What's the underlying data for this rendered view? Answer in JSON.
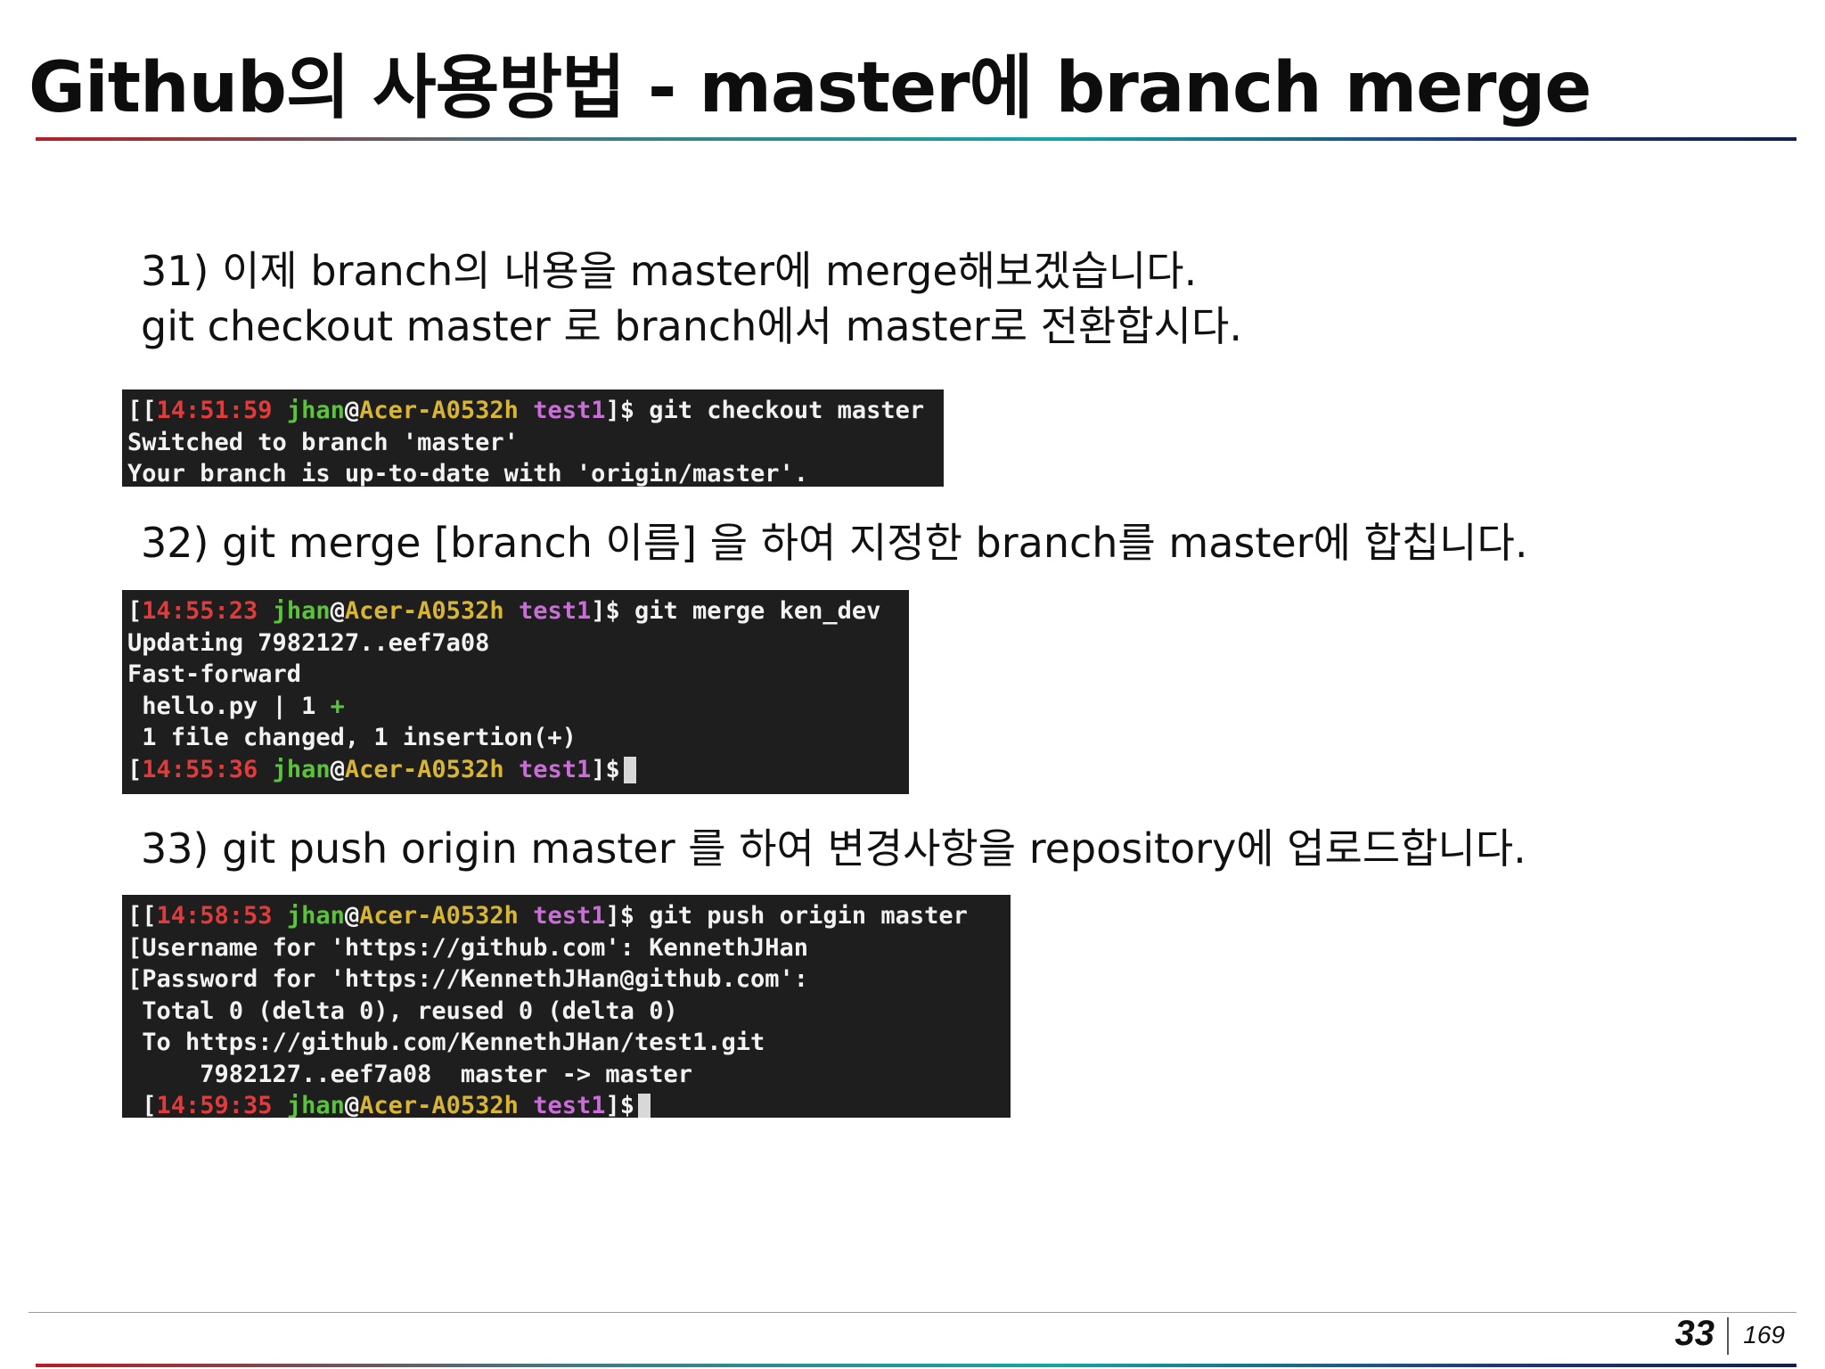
{
  "title": "Github의 사용방법 - master에 branch merge",
  "colors": {
    "background": "#ffffff",
    "terminal_bg": "#1e1e1e",
    "prompt_time": "#e23b3b",
    "prompt_user": "#5ac43a",
    "prompt_host": "#d9b535",
    "prompt_dir": "#c86fd6"
  },
  "steps": [
    {
      "text_lines": [
        "31) 이제 branch의 내용을 master에 merge해보겠습니다.",
        "git checkout master 로 branch에서 master로 전환합시다."
      ],
      "terminal": {
        "prompt": {
          "open": "[[",
          "time": "14:51:59",
          "user": "jhan",
          "at": "@",
          "host": "Acer-A0532h",
          "dir": "test1",
          "close": "]$",
          "command": "git checkout master"
        },
        "output": [
          "Switched to branch 'master'",
          "Your branch is up-to-date with 'origin/master'."
        ]
      }
    },
    {
      "text_lines": [
        "32) git merge [branch 이름] 을 하여 지정한 branch를 master에 합칩니다."
      ],
      "terminal": {
        "prompt": {
          "open": "[",
          "time": "14:55:23",
          "user": "jhan",
          "at": "@",
          "host": "Acer-A0532h",
          "dir": "test1",
          "close": "]$",
          "command": "git merge ken_dev"
        },
        "output": [
          "Updating 7982127..eef7a08",
          "Fast-forward",
          " hello.py | 1 "
        ],
        "output_plus": "+",
        "output_after": [
          " 1 file changed, 1 insertion(+)"
        ],
        "final_prompt": {
          "open": "[",
          "time": "14:55:36",
          "user": "jhan",
          "at": "@",
          "host": "Acer-A0532h",
          "dir": "test1",
          "close": "]$"
        }
      }
    },
    {
      "text_lines": [
        "33) git push origin master 를 하여 변경사항을 repository에 업로드합니다."
      ],
      "terminal": {
        "prompt": {
          "open": "[[",
          "time": "14:58:53",
          "user": "jhan",
          "at": "@",
          "host": "Acer-A0532h",
          "dir": "test1",
          "close": "]$",
          "command": "git push origin master"
        },
        "output": [
          "[Username for 'https://github.com': KennethJHan",
          "[Password for 'https://KennethJHan@github.com':",
          " Total 0 (delta 0), reused 0 (delta 0)",
          " To https://github.com/KennethJHan/test1.git",
          "     7982127..eef7a08  master -> master"
        ],
        "final_prompt": {
          "open": " [",
          "time": "14:59:35",
          "user": "jhan",
          "at": "@",
          "host": "Acer-A0532h",
          "dir": "test1",
          "close": "]$"
        }
      }
    }
  ],
  "footer": {
    "page_number": "33",
    "page_total": "169"
  }
}
